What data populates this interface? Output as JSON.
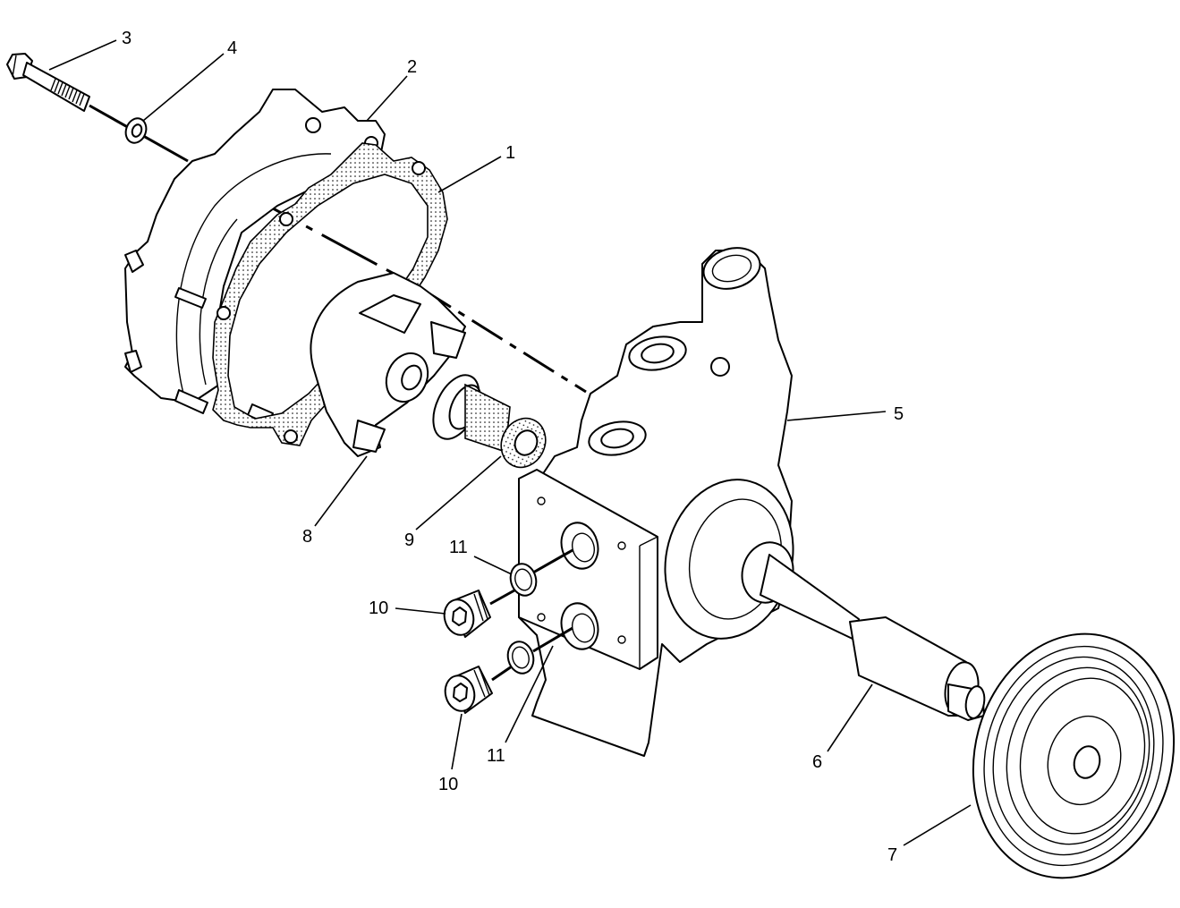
{
  "callouts": {
    "c1": "1",
    "c2": "2",
    "c3": "3",
    "c4": "4",
    "c5": "5",
    "c6": "6",
    "c7": "7",
    "c8": "8",
    "c9": "9",
    "c10a": "10",
    "c10b": "10",
    "c11a": "11",
    "c11b": "11"
  }
}
